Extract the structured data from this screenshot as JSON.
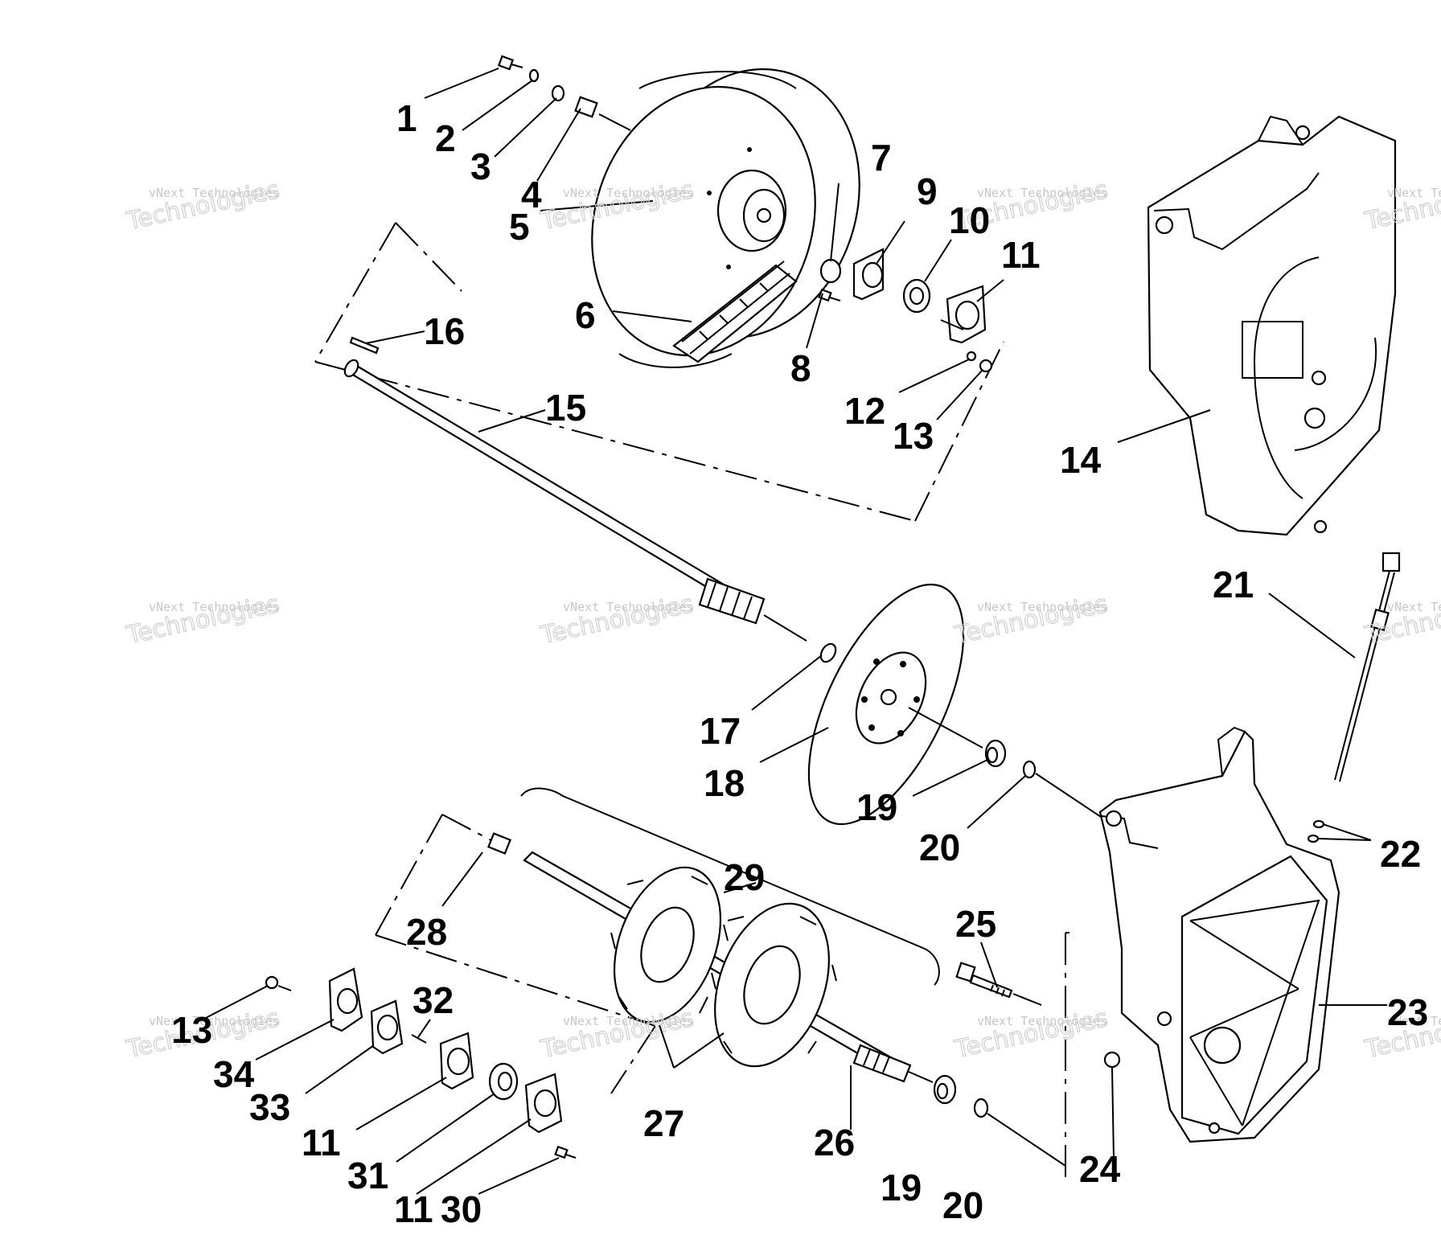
{
  "watermark": {
    "line1": "vNext Technologies",
    "line2": "Technologies"
  },
  "callouts": {
    "c1": "1",
    "c2": "2",
    "c3": "3",
    "c4": "4",
    "c5": "5",
    "c6": "6",
    "c7": "7",
    "c8": "8",
    "c9": "9",
    "c10": "10",
    "c11a": "11",
    "c12": "12",
    "c13a": "13",
    "c14": "14",
    "c15": "15",
    "c16": "16",
    "c17": "17",
    "c18": "18",
    "c19a": "19",
    "c20a": "20",
    "c21": "21",
    "c22": "22",
    "c23": "23",
    "c24": "24",
    "c25": "25",
    "c26": "26",
    "c27": "27",
    "c28": "28",
    "c29": "29",
    "c13b": "13",
    "c34": "34",
    "c33": "33",
    "c11b": "11",
    "c31": "31",
    "c11c": "11",
    "c30": "30",
    "c19b": "19",
    "c20b": "20",
    "c32": "32"
  }
}
